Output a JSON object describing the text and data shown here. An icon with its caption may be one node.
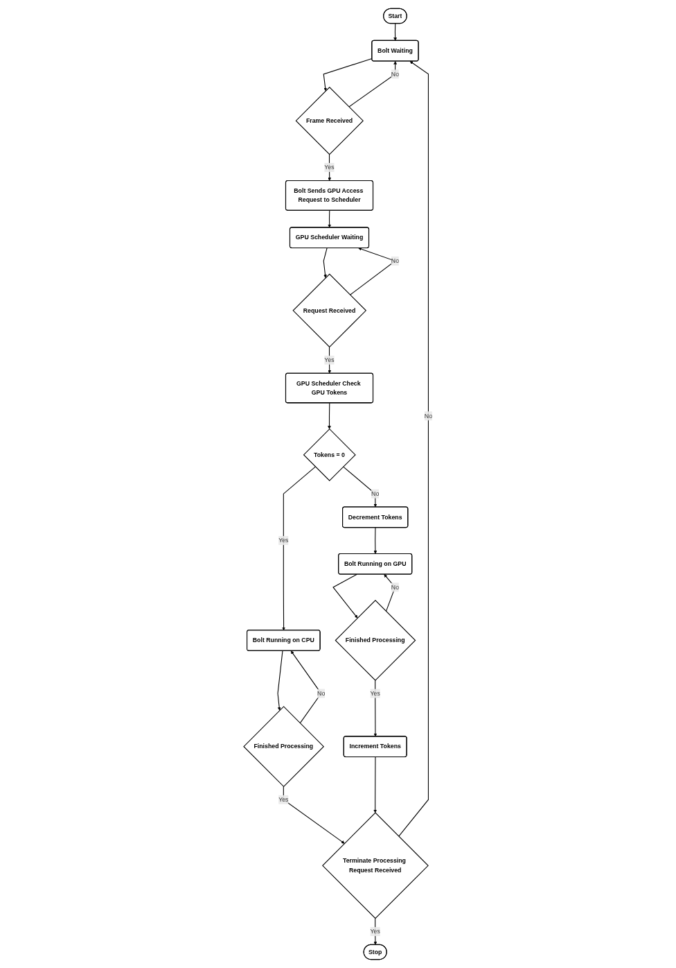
{
  "diagram": {
    "nodes": [
      {
        "text": [
          "Start"
        ]
      },
      {
        "text": [
          "Bolt Waiting"
        ]
      },
      {
        "text": [
          "Frame Received"
        ]
      },
      {
        "text": [
          "Bolt Sends GPU Access Request to Scheduler"
        ]
      },
      {
        "text": [
          "GPU Scheduler Waiting"
        ]
      },
      {
        "text": [
          "Request Received"
        ]
      },
      {
        "text": [
          "GPU Scheduler Check GPU Tokens"
        ]
      },
      {
        "text": [
          "Tokens = 0"
        ]
      },
      {
        "text": [
          "Decrement Tokens"
        ]
      },
      {
        "text": [
          "Bolt Running on GPU"
        ]
      },
      {
        "text": [
          "Finished Processing"
        ]
      },
      {
        "text": [
          "Increment Tokens"
        ]
      },
      {
        "text": [
          "Bolt Running on CPU"
        ]
      },
      {
        "text": [
          "Finished Processing"
        ]
      },
      {
        "text": [
          "Terminate Processing Request Received"
        ]
      },
      {
        "text": [
          "Stop"
        ]
      }
    ],
    "edges": [
      {
        "from": 0,
        "to": 1,
        "arrow": "to"
      },
      {
        "from": 1,
        "to": 2,
        "arrow": "to"
      },
      {
        "from": 2,
        "to": 1,
        "label": "No",
        "arrow": "to"
      },
      {
        "from": 2,
        "to": 3,
        "label": "Yes",
        "arrow": "to"
      },
      {
        "from": 3,
        "to": 4,
        "arrow": "to"
      },
      {
        "from": 4,
        "to": 5,
        "arrow": "to"
      },
      {
        "from": 5,
        "to": 4,
        "label": "No",
        "arrow": "to"
      },
      {
        "from": 5,
        "to": 6,
        "label": "Yes",
        "arrow": "to"
      },
      {
        "from": 6,
        "to": 7,
        "arrow": "to"
      },
      {
        "from": 7,
        "to": 8,
        "label": "No",
        "arrow": "to"
      },
      {
        "from": 7,
        "to": 12,
        "label": "Yes",
        "arrow": "to"
      },
      {
        "from": 8,
        "to": 9,
        "arrow": "to"
      },
      {
        "from": 9,
        "to": 10,
        "arrow": "to"
      },
      {
        "from": 10,
        "to": 11,
        "label": "Yes",
        "arrow": "to"
      },
      {
        "from": 10,
        "to": 9,
        "label": "No",
        "arrow": "to"
      },
      {
        "from": 12,
        "to": 13,
        "arrow": "to"
      },
      {
        "from": 13,
        "to": 12,
        "label": "No",
        "arrow": "to"
      },
      {
        "from": 13,
        "to": 14,
        "label": "Yes",
        "arrow": "to"
      },
      {
        "from": 11,
        "to": 14,
        "arrow": "to"
      },
      {
        "from": 14,
        "to": 1,
        "label": "No",
        "arrow": "to"
      },
      {
        "from": 14,
        "to": 15,
        "label": "Yes",
        "arrow": "to"
      }
    ]
  }
}
